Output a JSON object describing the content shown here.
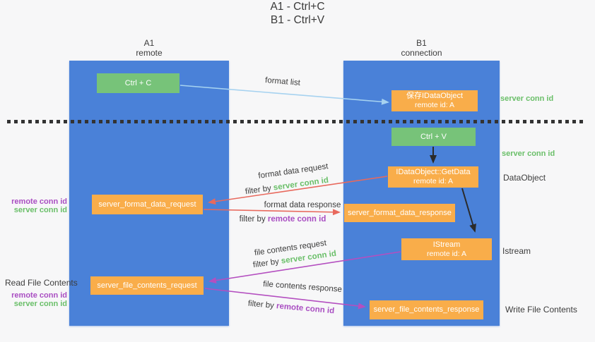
{
  "title": {
    "line1": "A1 - Ctrl+C",
    "line2": "B1 - Ctrl+V"
  },
  "headers": {
    "left": {
      "name": "A1",
      "role": "remote"
    },
    "right": {
      "name": "B1",
      "role": "connection"
    }
  },
  "boxes": {
    "ctrl_c": {
      "label": "Ctrl + C"
    },
    "save_dataobject": {
      "line1": "保存IDataObject",
      "line2": "remote id: A"
    },
    "ctrl_v": {
      "label": "Ctrl + V"
    },
    "getdata": {
      "line1": "IDataObject::GetData",
      "line2": "remote id: A"
    },
    "format_request": {
      "label": "server_format_data_request"
    },
    "format_response": {
      "label": "server_format_data_response"
    },
    "istream": {
      "line1": "IStream",
      "line2": "remote id: A"
    },
    "file_request": {
      "label": "server_file_contents_request"
    },
    "file_response": {
      "label": "server_file_contents_response"
    }
  },
  "flow_labels": {
    "format_list": "format list",
    "format_data_request": "format data request",
    "format_data_response": "format data response",
    "file_contents_request": "file contents request",
    "file_contents_response": "file contents response",
    "filter_by": "filter by",
    "server_conn_id": "server conn id",
    "remote_conn_id": "remote conn id"
  },
  "side_labels": {
    "right_server_conn_top": "server conn id",
    "right_server_conn_mid": "server conn id",
    "dataobject": "DataObject",
    "istream": "Istream",
    "write_file_contents": "Write File Contents",
    "left_remote_conn_1": "remote conn id",
    "left_server_conn_1": "server conn id",
    "read_file_contents": "Read File Contents",
    "left_remote_conn_2": "remote conn id",
    "left_server_conn_2": "server conn id"
  },
  "colors": {
    "column_blue": "#4a81d8",
    "box_orange": "#f9ad4a",
    "box_green": "#77c379",
    "arrow_lightblue": "#a6d2f0",
    "arrow_red": "#e8695d",
    "arrow_magenta": "#b44fc0",
    "arrow_black": "#2b2b2b",
    "id_green": "#6abf69",
    "id_purple": "#a94ec2",
    "text_gray": "#3c3c3c"
  }
}
